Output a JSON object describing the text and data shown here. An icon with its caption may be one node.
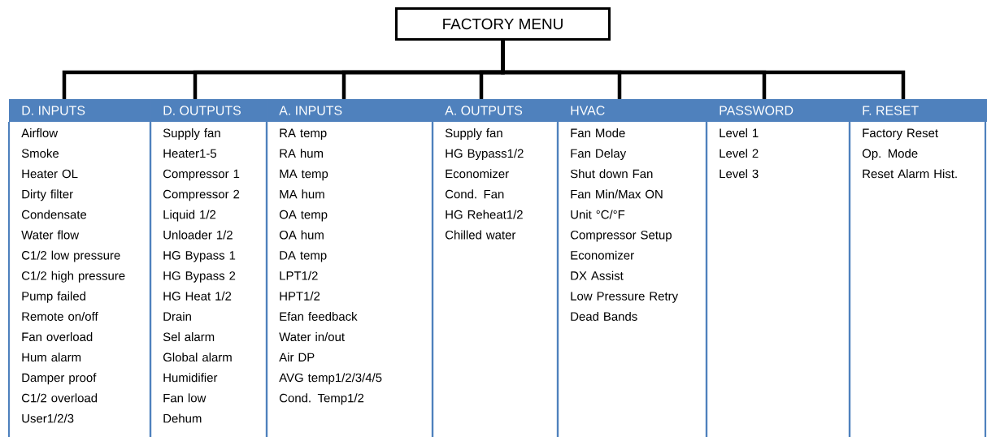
{
  "diagram": {
    "nodes": [
      {
        "text": [
          "FACTORY MENU"
        ]
      },
      {
        "text": [
          "D. INPUTS",
          "Airflow",
          "Smoke",
          "Heater OL",
          "Dirty filter",
          "Condensate",
          "Water flow",
          "C1/2 low pressure",
          "C1/2 high pressure",
          "Pump failed",
          "Remote on/off",
          "Fan overload",
          "Hum alarm",
          "Damper proof",
          "C1/2 overload",
          "User1/2/3"
        ]
      },
      {
        "text": [
          "D. OUTPUTS",
          "Supply fan",
          "Heater1-5",
          "Compressor 1",
          "Compressor 2",
          "Liquid 1/2",
          "Unloader 1/2",
          "HG Bypass 1",
          "HG Bypass 2",
          "HG Heat 1/2",
          "Drain",
          "Sel alarm",
          "Global alarm",
          "Humidifier",
          "Fan low",
          "Dehum"
        ]
      },
      {
        "text": [
          "A. INPUTS",
          "RA temp",
          "RA hum",
          "MA temp",
          "MA hum",
          "OA temp",
          "OA hum",
          "DA temp",
          "LPT1/2",
          "HPT1/2",
          "Efan feedback",
          "Water in/out",
          "Air DP",
          "AVG temp1/2/3/4/5",
          "Cond. Temp1/2"
        ]
      },
      {
        "text": [
          "A. OUTPUTS",
          "Supply fan",
          "HG Bypass1/2",
          "Economizer",
          "Cond. Fan",
          "HG Reheat1/2",
          "Chilled water"
        ]
      },
      {
        "text": [
          "HVAC",
          "Fan Mode",
          "Fan Delay",
          "Shut down Fan",
          "Fan Min/Max ON",
          "Unit °C/°F",
          "Compressor Setup",
          "Economizer",
          "DX Assist",
          "Low Pressure Retry",
          "Dead Bands"
        ]
      },
      {
        "text": [
          "PASSWORD",
          "Level 1",
          "Level 2",
          "Level 3"
        ]
      },
      {
        "text": [
          "F. RESET",
          "Factory Reset",
          "Op.  Mode",
          "Reset Alarm Hist."
        ]
      }
    ],
    "edges": [
      {
        "from": 0,
        "to": 1,
        "arrow": "none"
      },
      {
        "from": 0,
        "to": 2,
        "arrow": "none"
      },
      {
        "from": 0,
        "to": 3,
        "arrow": "none"
      },
      {
        "from": 0,
        "to": 4,
        "arrow": "none"
      },
      {
        "from": 0,
        "to": 5,
        "arrow": "none"
      },
      {
        "from": 0,
        "to": 6,
        "arrow": "none"
      },
      {
        "from": 0,
        "to": 7,
        "arrow": "none"
      }
    ]
  }
}
